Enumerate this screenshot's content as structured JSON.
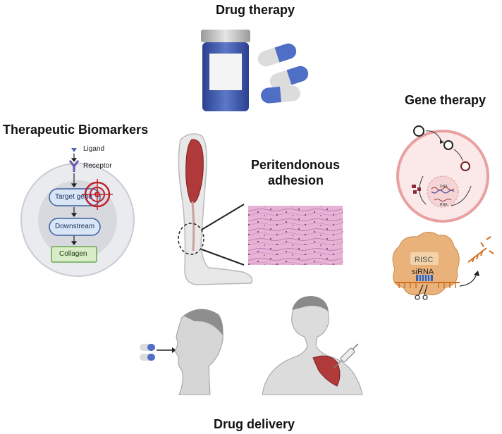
{
  "titles": {
    "drug_therapy": "Drug therapy",
    "gene_therapy": "Gene therapy",
    "biomarkers": "Therapeutic Biomarkers",
    "peritendonous_line1": "Peritendonous",
    "peritendonous_line2": "adhesion",
    "drug_delivery": "Drug delivery"
  },
  "biomarker_pathway": {
    "ligand": "Ligand",
    "receptor": "Receptor",
    "target_gene": "Target gene",
    "downstream": "Downstream",
    "collagen": "Collagen"
  },
  "gene_therapy_labels": {
    "dna": "DNA",
    "rna": "RNA",
    "risc": "RISC",
    "sirna": "siRNA"
  },
  "colors": {
    "muscle_red": "#b03a3a",
    "pathway_blue": "#3f5f9f",
    "target_red": "#c0202a",
    "collagen_green": "#6aa84f",
    "cell_pink": "#e8a0a0",
    "risc_orange": "#e8b27a",
    "tissue_pink": "#e2a8cf"
  }
}
